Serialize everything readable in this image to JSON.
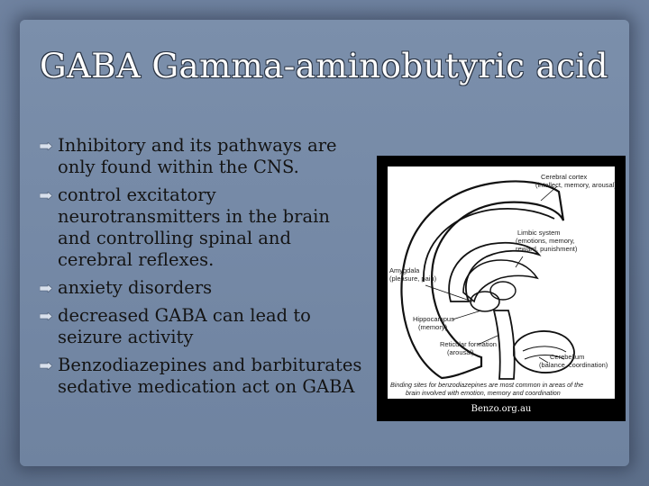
{
  "slide": {
    "title": "GABA Gamma-aminobutyric acid",
    "bullets": [
      "Inhibitory and its pathways are only found within the CNS.",
      "control excitatory neurotransmitters in the brain and controlling spinal and cerebral reflexes.",
      "anxiety disorders",
      "decreased GABA can lead to seizure activity",
      "Benzodiazepines and barbiturates sedative medication act on GABA"
    ],
    "bullet_icon": "arrow-bullet-icon"
  },
  "figure": {
    "labels": {
      "cortex_1": "Cerebral cortex",
      "cortex_2": "(intellect, memory, arousal)",
      "limbic_1": "Limbic system",
      "limbic_2": "(emotions, memory,",
      "limbic_3": "reward, punishment)",
      "amygdala_1": "Amygdala",
      "amygdala_2": "(pleasure, pain)",
      "hippo_1": "Hippocampus",
      "hippo_2": "(memory)",
      "retic_1": "Reticular formation",
      "retic_2": "(arousal)",
      "cereb_1": "Cerebellum",
      "cereb_2": "(balance, coordination)"
    },
    "note_1": "Binding sites for benzodiazepines are most common in areas of the",
    "note_2": "brain involved with emotion, memory and coordination",
    "caption": "Benzo.org.au"
  },
  "colors": {
    "background": "#6f829f",
    "title": "#ffffff",
    "body_text": "#141414"
  }
}
